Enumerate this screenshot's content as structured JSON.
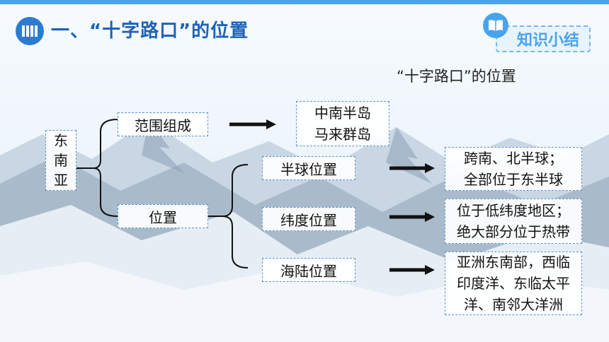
{
  "header": {
    "title": "一、“十字路口”的位置",
    "icon": "book-icon"
  },
  "badge": {
    "label": "知识小结",
    "icon": "book-icon"
  },
  "diagram": {
    "subtitle": "“十字路口”的位置",
    "root": [
      "东",
      "南",
      "亚"
    ],
    "branches": {
      "scope": {
        "label": "范围组成",
        "result": [
          "中南半岛",
          "马来群岛"
        ]
      },
      "position": {
        "label": "位置",
        "items": [
          {
            "label": "半球位置",
            "result": [
              "跨南、北半球；",
              "全部位于东半球"
            ]
          },
          {
            "label": "纬度位置",
            "result": [
              "位于低纬度地区；",
              "绝大部分位于热带"
            ]
          },
          {
            "label": "海陆位置",
            "result": [
              "亚洲东南部，西临",
              "印度洋、东临太平",
              "洋、南邻大洋洲"
            ]
          }
        ]
      }
    }
  },
  "colors": {
    "accent": "#2b7bd1",
    "title": "#1e62b8",
    "badge": "#4aa3ee",
    "box_border": "#5b93cf"
  }
}
